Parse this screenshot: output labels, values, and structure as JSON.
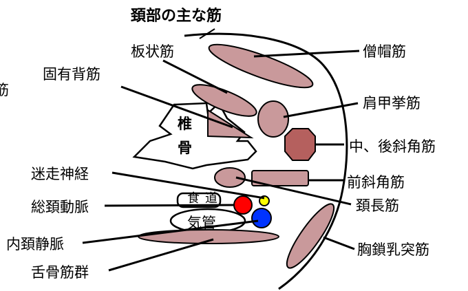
{
  "diagram": {
    "title": "頚部の主な筋",
    "vertebra_text": [
      "椎",
      "骨"
    ],
    "esophagus_text": [
      "食",
      "道"
    ],
    "trachea_text": "気管",
    "labels": {
      "trapezius": "僧帽筋",
      "splenius": "板状筋",
      "erector_spinae": "固有背筋",
      "levator_scapulae": "肩甲挙筋",
      "middle_posterior_scalene": "中、後斜角筋",
      "anterior_scalene": "前斜角筋",
      "vagus_nerve": "迷走神経",
      "longus_colli": "頚長筋",
      "common_carotid": "総頚動脈",
      "internal_jugular": "内頚静脈",
      "sternocleidomastoid": "胸鎖乳突筋",
      "infrahyoid": "舌骨筋群",
      "edge_fragment": "筋"
    },
    "colors": {
      "muscle": "#c9999b",
      "muscle_dark": "#b5605e",
      "artery": "#ff0000",
      "vein": "#0033ff",
      "nerve": "#ffff00",
      "outline": "#000000"
    }
  }
}
